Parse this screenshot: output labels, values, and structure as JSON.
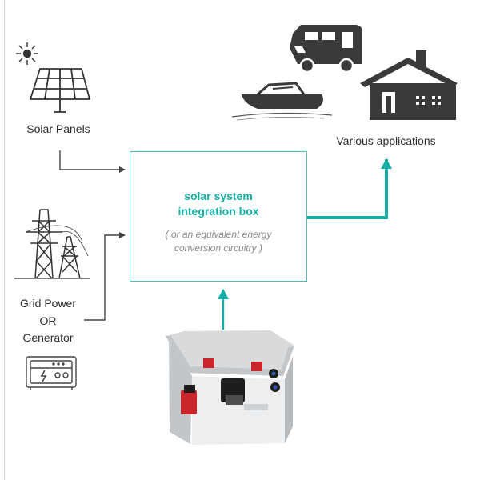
{
  "diagram": {
    "sources": {
      "solar_label": "Solar Panels",
      "grid_label_line1": "Grid Power",
      "grid_label_line2": "OR",
      "grid_label_line3": "Generator"
    },
    "integration_box": {
      "title_line1": "solar system",
      "title_line2": "integration box",
      "subtitle_line1": "( or an equivalent energy",
      "subtitle_line2": "conversion circuitry )"
    },
    "output": {
      "applications_label": "Various applications"
    },
    "colors": {
      "accent": "#13aea6",
      "box_border": "#4dbfb8",
      "arrow_dark": "#444444",
      "icon_dark": "#3a3a3a",
      "battery_handle_red": "#c8262c"
    },
    "icons": [
      "sun-icon",
      "solar-panel-icon",
      "transmission-tower-icon",
      "generator-icon",
      "motorhome-icon",
      "speedboat-icon",
      "house-icon",
      "battery-icon"
    ]
  }
}
